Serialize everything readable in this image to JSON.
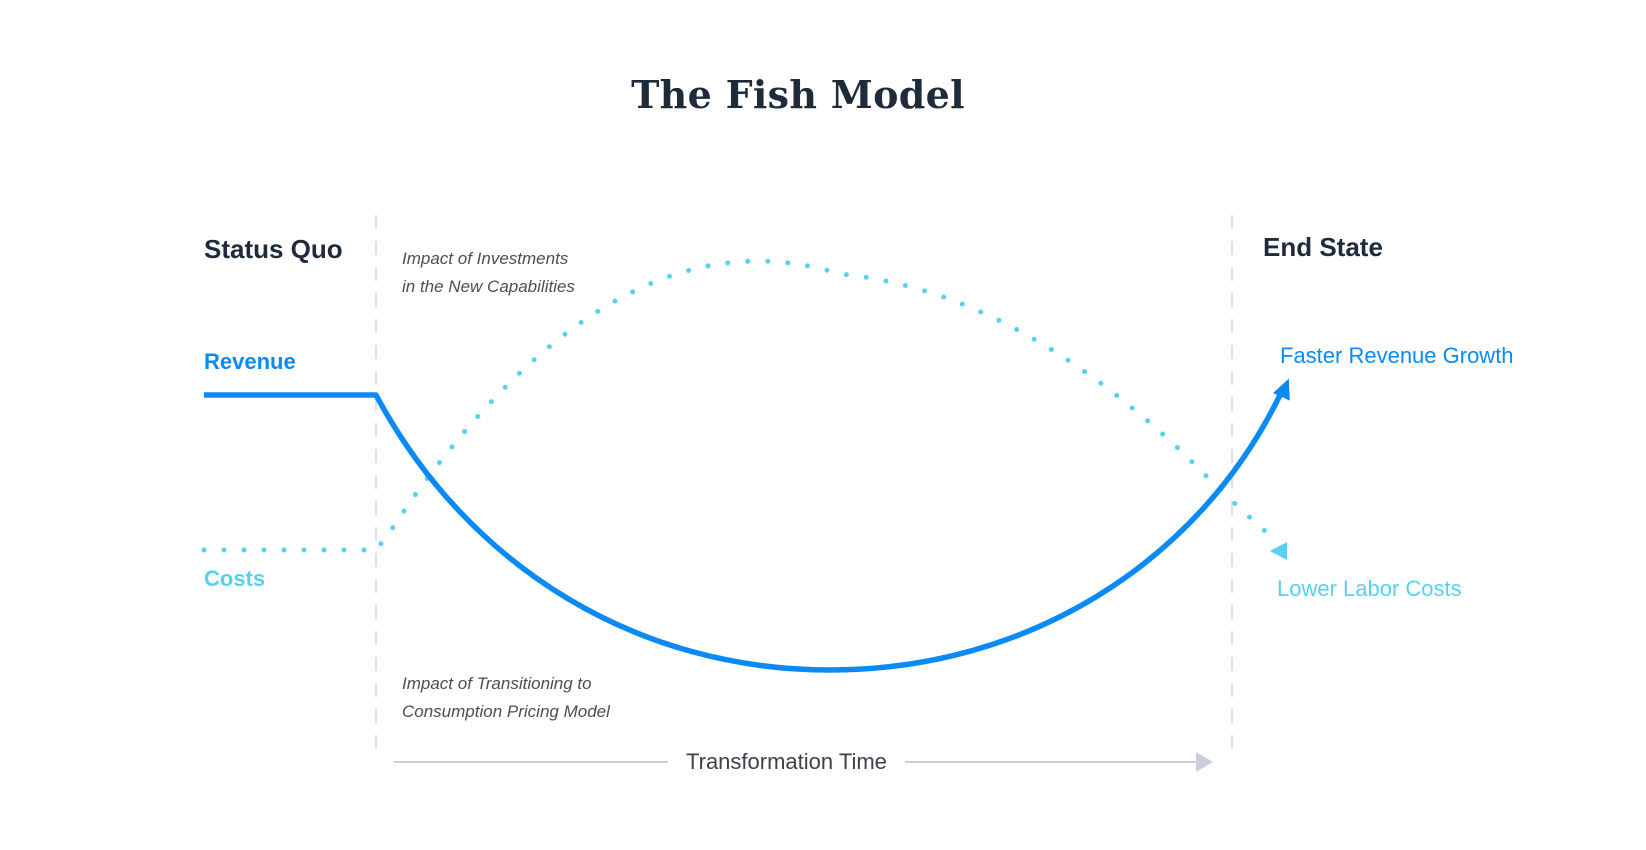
{
  "title": "The Fish Model",
  "phases": {
    "start": "Status Quo",
    "end": "End State"
  },
  "series": {
    "revenue": {
      "label": "Revenue",
      "color": "#0a8af5"
    },
    "costs": {
      "label": "Costs",
      "color": "#56d1f2"
    }
  },
  "annotations": {
    "investments_line1": "Impact of Investments",
    "investments_line2": "in the New Capabilities",
    "transition_line1": "Impact of Transitioning to",
    "transition_line2": "Consumption Pricing Model"
  },
  "outcomes": {
    "revenue": "Faster Revenue Growth",
    "costs": "Lower Labor Costs"
  },
  "axis": {
    "label": "Transformation Time",
    "color": "#c9cfda"
  },
  "colors": {
    "heading": "#1e2b3a",
    "note_text": "#4a4f57",
    "divider": "#d3d8e0"
  }
}
